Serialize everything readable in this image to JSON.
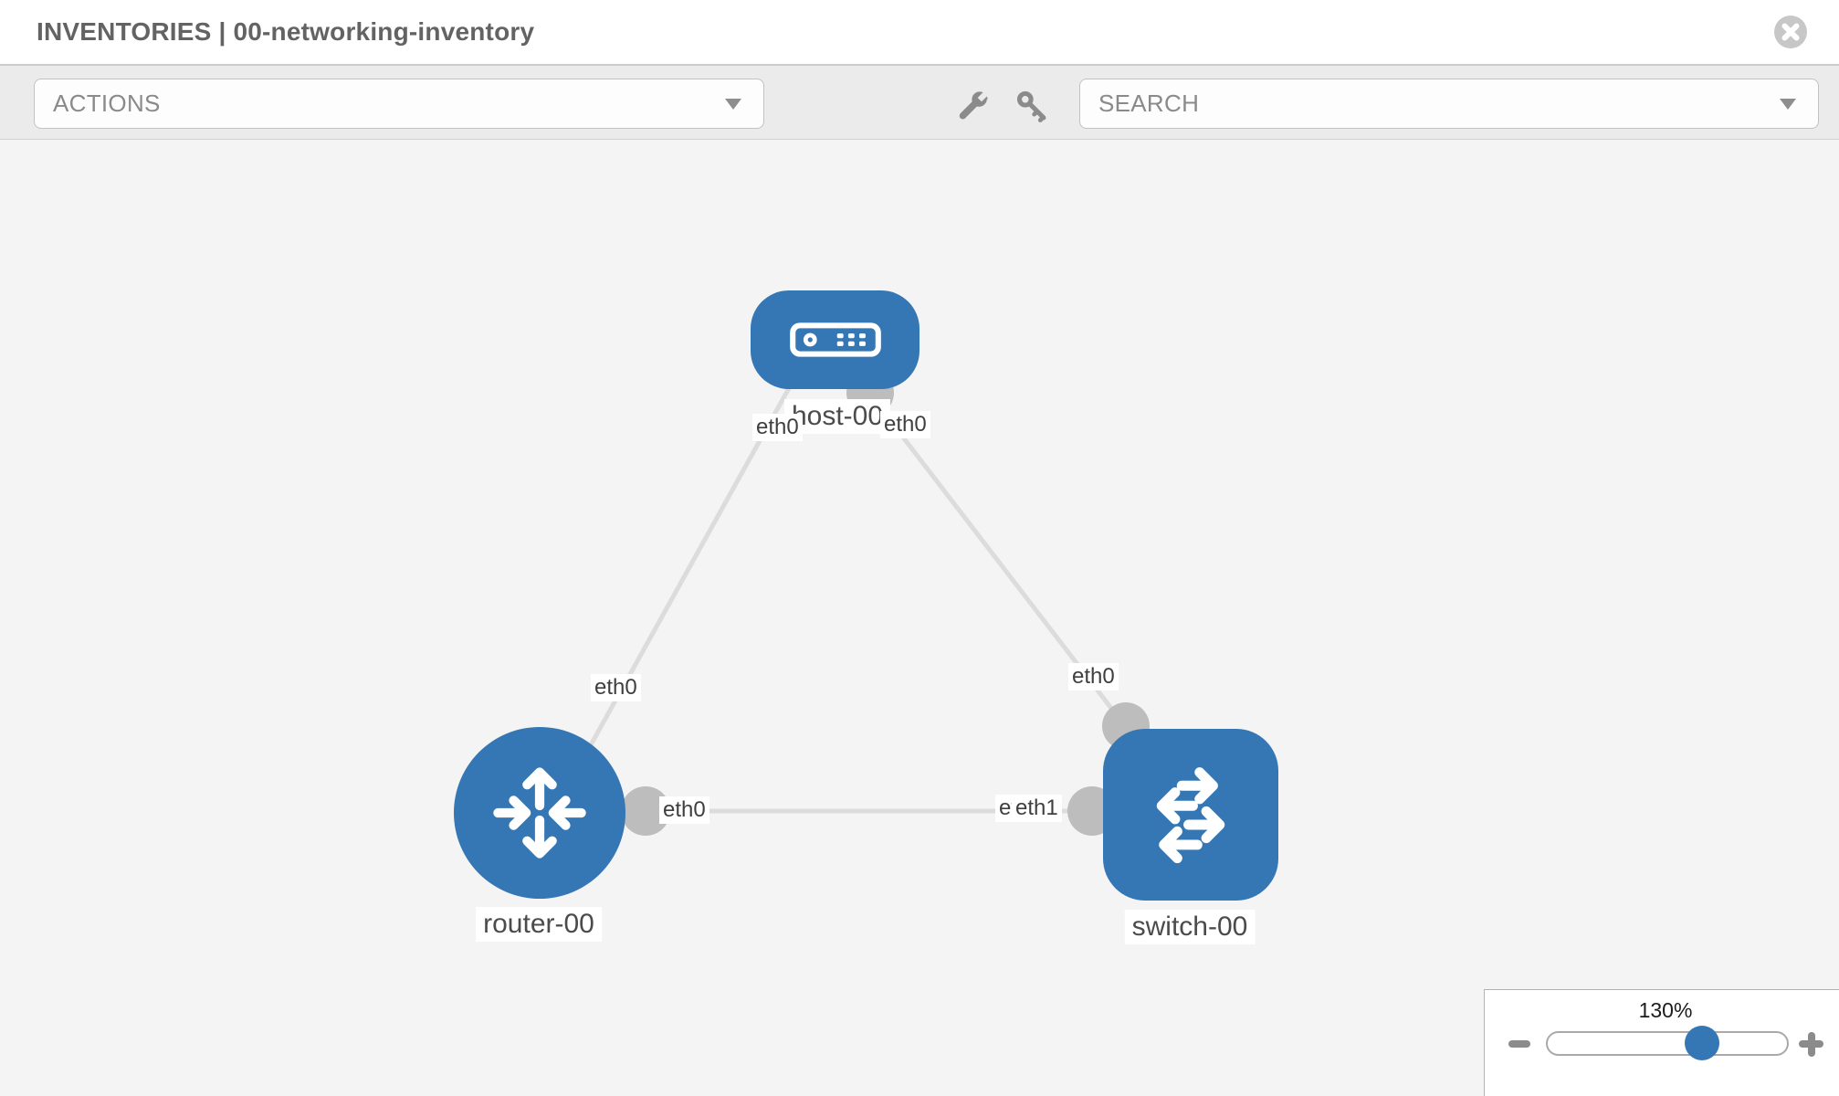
{
  "header": {
    "title": "INVENTORIES | 00-networking-inventory"
  },
  "toolbar": {
    "actions_dropdown": {
      "label": "ACTIONS"
    },
    "search_dropdown": {
      "label": "SEARCH"
    },
    "tool_icons": [
      "wrench-icon",
      "key-icon"
    ]
  },
  "topology": {
    "nodes": [
      {
        "id": "host-00",
        "type": "host",
        "label": "host-00"
      },
      {
        "id": "router-00",
        "type": "router",
        "label": "router-00"
      },
      {
        "id": "switch-00",
        "type": "switch",
        "label": "switch-00"
      }
    ],
    "links": [
      {
        "from": "host-00",
        "to": "router-00",
        "from_if": "eth0",
        "to_if": "eth0"
      },
      {
        "from": "host-00",
        "to": "switch-00",
        "from_if": "eth0",
        "to_if": "eth0"
      },
      {
        "from": "router-00",
        "to": "switch-00",
        "from_if": "eth0",
        "to_if": "eth1",
        "to_if_overlapped": "eth0"
      }
    ]
  },
  "zoom_control": {
    "value": "130%"
  },
  "colors": {
    "node_blue": "#3577b4",
    "link_gray": "#dcdcdc",
    "port_gray": "#bdbdbd",
    "icon_gray": "#8b8b8b",
    "toolbar_bg": "#ebebeb",
    "canvas_bg": "#f4f4f5"
  }
}
